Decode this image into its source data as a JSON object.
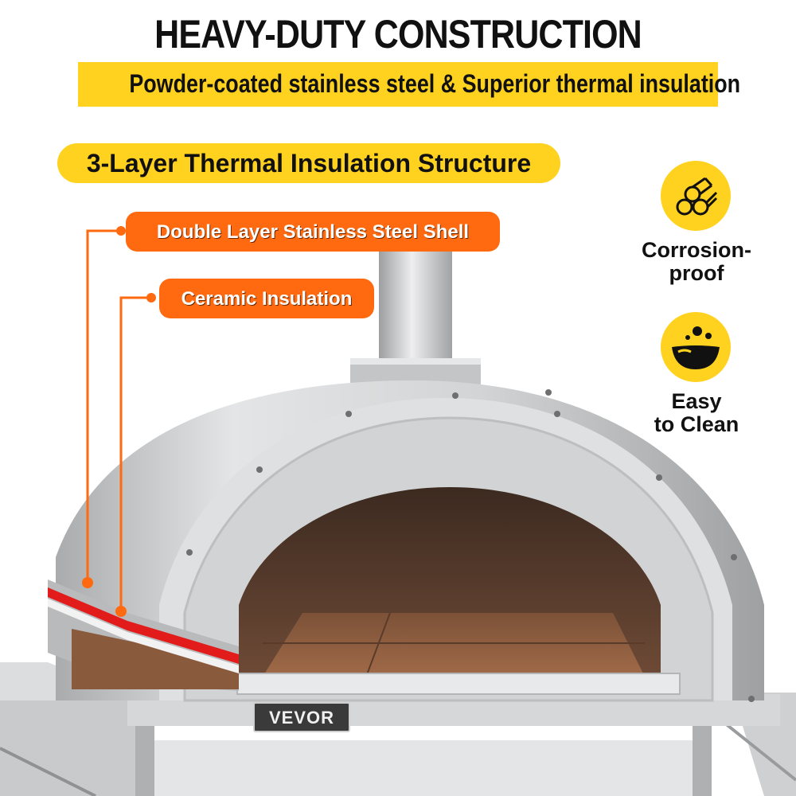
{
  "header": {
    "title": "HEAVY-DUTY CONSTRUCTION",
    "subtitle": "Powder-coated stainless steel & Superior thermal insulation"
  },
  "structure": {
    "heading": "3-Layer Thermal Insulation Structure",
    "layers": [
      {
        "label": "Double Layer Stainless Steel Shell",
        "color": "#ff6a10"
      },
      {
        "label": "Ceramic Insulation",
        "color": "#ff6a10"
      }
    ]
  },
  "features": [
    {
      "icon": "pipes-icon",
      "line1": "Corrosion-",
      "line2": "proof"
    },
    {
      "icon": "washing-bowl-icon",
      "line1": "Easy",
      "line2": "to Clean"
    }
  ],
  "product": {
    "brand": "VEVOR"
  },
  "colors": {
    "accent_yellow": "#ffd21f",
    "accent_orange": "#ff6a10",
    "steel": "#d9dadb"
  }
}
